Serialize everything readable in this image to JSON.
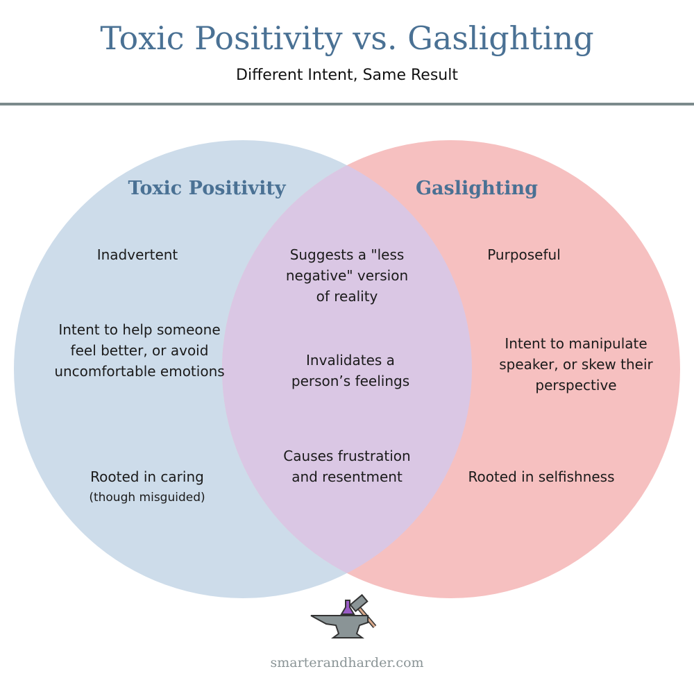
{
  "header": {
    "title": "Toxic Positivity vs. Gaslighting",
    "subtitle": "Different Intent, Same Result"
  },
  "colors": {
    "left": "#cddcea",
    "right": "#f6c0c0",
    "overlap": "#dac7e4",
    "title": "#4a7194"
  },
  "left": {
    "heading": "Toxic Positivity",
    "items": [
      "Inadvertent",
      "Intent to help someone feel better, or avoid uncomfortable emotions",
      "Rooted in caring",
      "(though misguided)"
    ]
  },
  "center": {
    "items": [
      "Suggests a \"less negative\" version of reality",
      "Invalidates a person’s feelings",
      "Causes frustration and resentment"
    ]
  },
  "right": {
    "heading": "Gaslighting",
    "items": [
      "Purposeful",
      "Intent to manipulate speaker, or skew their perspective",
      "Rooted in selfishness"
    ]
  },
  "footer": {
    "site": "smarterandharder.com"
  }
}
